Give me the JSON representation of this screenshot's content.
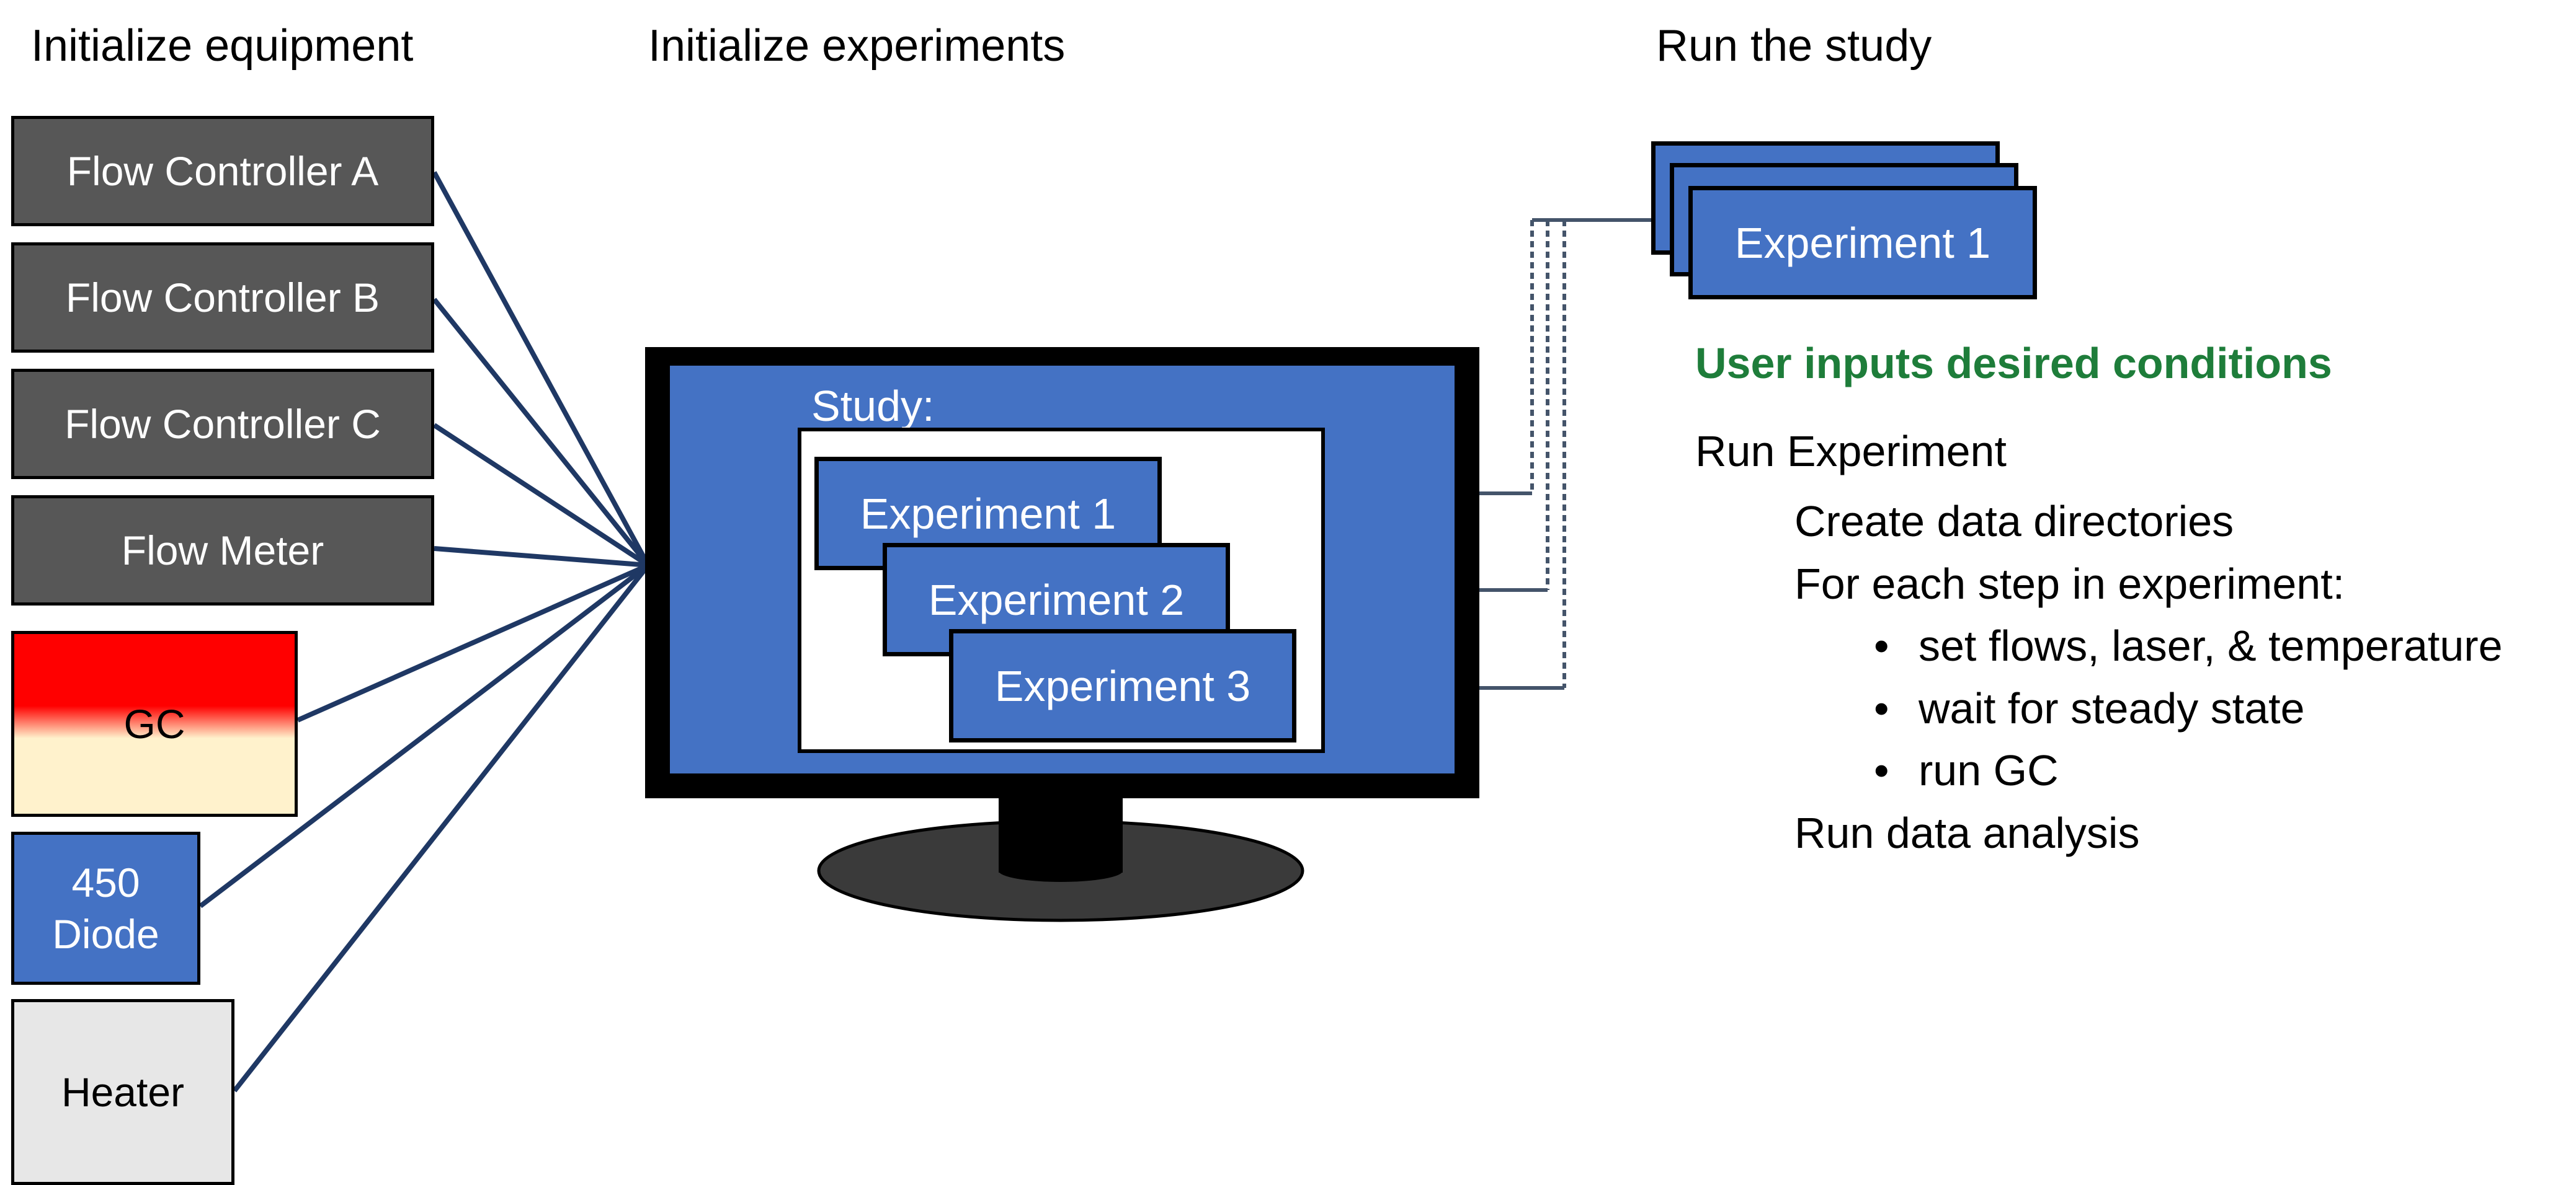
{
  "headers": {
    "equipment": "Initialize equipment",
    "experiments": "Initialize experiments",
    "study": "Run the study"
  },
  "equipment": {
    "flow_controller_a": "Flow Controller A",
    "flow_controller_b": "Flow Controller B",
    "flow_controller_c": "Flow Controller C",
    "flow_meter": "Flow Meter",
    "gc": "GC",
    "diode_line1": "450",
    "diode_line2": "Diode",
    "heater": "Heater"
  },
  "monitor": {
    "study_label": "Study:",
    "experiments": [
      "Experiment 1",
      "Experiment 2",
      "Experiment 3"
    ]
  },
  "run": {
    "stack_label": "Experiment 1",
    "user_inputs": "User inputs desired conditions",
    "run_experiment": "Run Experiment",
    "create_dirs": "Create data directories",
    "for_each": "For each step in experiment:",
    "bullets": [
      "set flows, laser, & temperature",
      "wait for steady state",
      "run GC"
    ],
    "run_analysis": "Run data analysis"
  },
  "colors": {
    "device_gray": "#575757",
    "blue": "#4472c4",
    "gc_red": "#ff0000",
    "gc_cream": "#fff2cc",
    "heater_gray": "#e7e7e7",
    "connector_navy": "#1f3864",
    "connector_slate": "#44546a",
    "green_text": "#1e7d3a"
  },
  "icons": {
    "monitor": "monitor-icon",
    "document_stack": "document-stack-icon"
  }
}
